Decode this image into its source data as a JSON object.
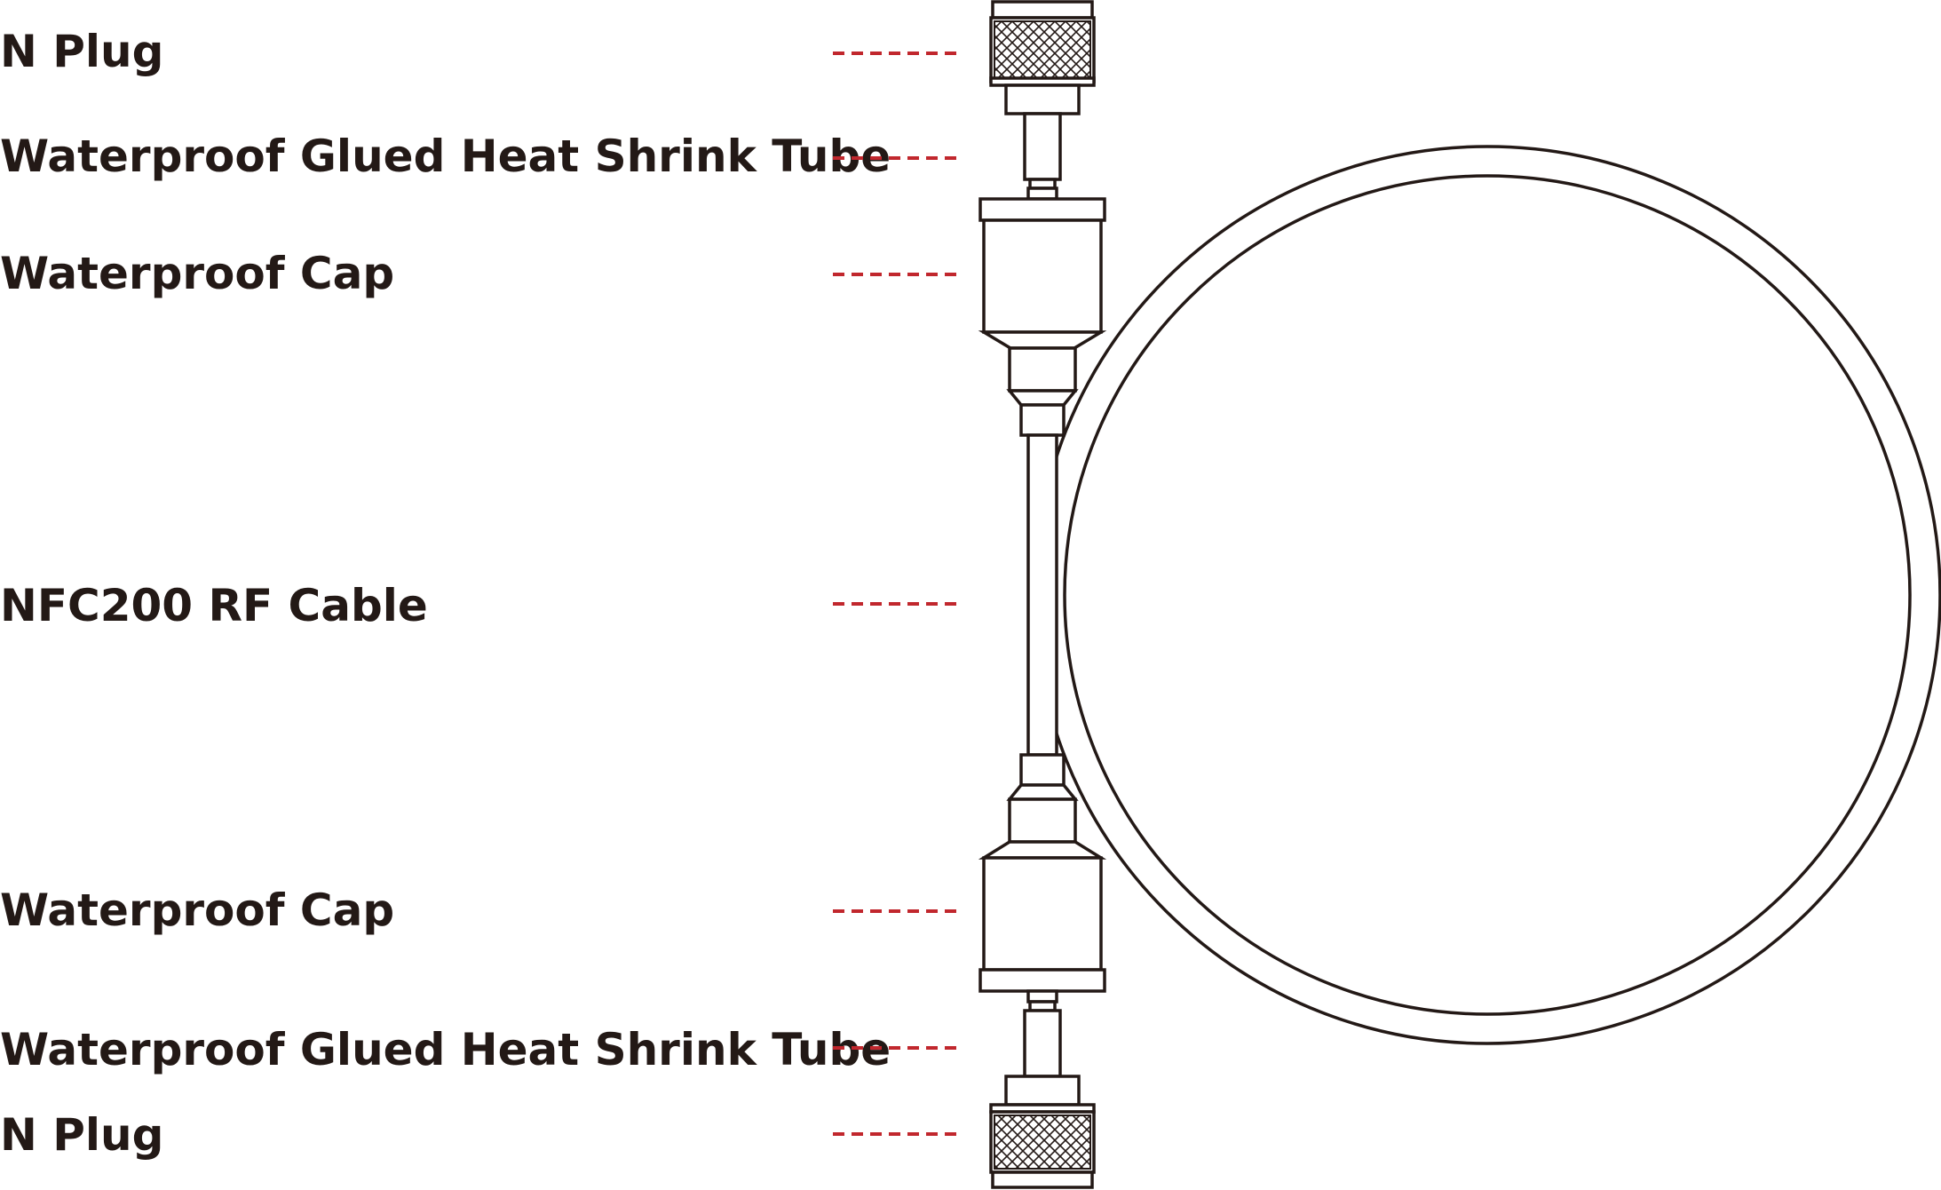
{
  "colors": {
    "text": "#231916",
    "leader": "#c1272d",
    "outline": "#231916",
    "background": "#ffffff"
  },
  "labels": [
    {
      "id": "n-plug-top",
      "text": "N Plug"
    },
    {
      "id": "heat-shrink-top",
      "text": "Waterproof Glued Heat Shrink Tube"
    },
    {
      "id": "waterproof-cap-top",
      "text": "Waterproof Cap"
    },
    {
      "id": "rf-cable",
      "text": "NFC200 RF Cable"
    },
    {
      "id": "waterproof-cap-bottom",
      "text": "Waterproof Cap"
    },
    {
      "id": "heat-shrink-bottom",
      "text": "Waterproof Glued Heat Shrink Tube"
    },
    {
      "id": "n-plug-bottom",
      "text": "N Plug"
    }
  ]
}
